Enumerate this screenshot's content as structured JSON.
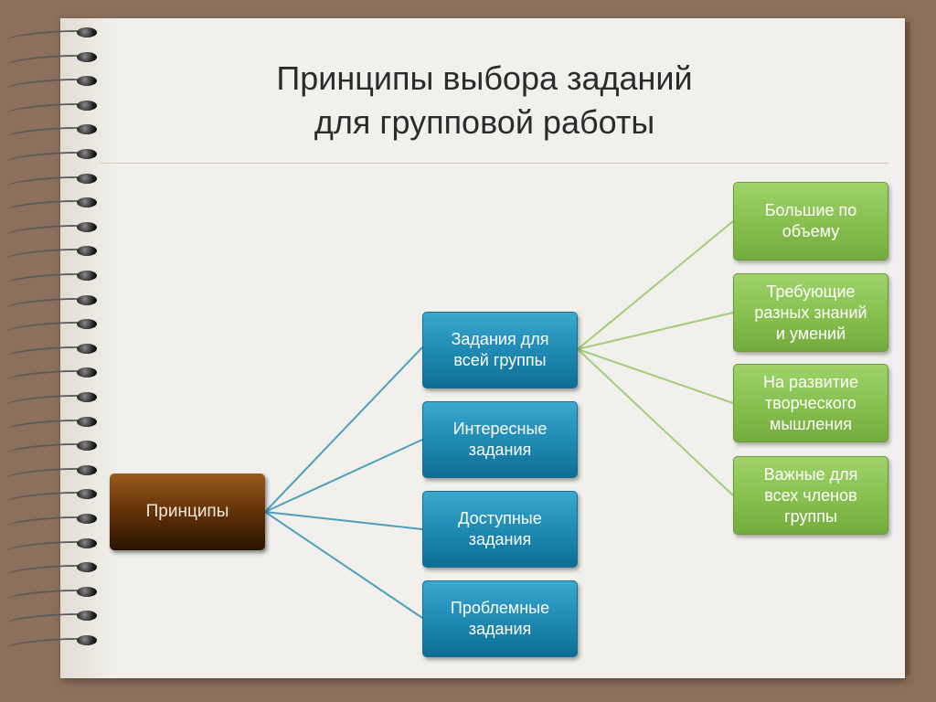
{
  "slide": {
    "title_line1": "Принципы выбора заданий",
    "title_line2": "для групповой работы"
  },
  "diagram": {
    "root": {
      "label": "Принципы"
    },
    "branches": [
      {
        "label": "Задания для\nвсей группы"
      },
      {
        "label": "Интересные\nзадания"
      },
      {
        "label": "Доступные\nзадания"
      },
      {
        "label": "Проблемные\nзадания"
      }
    ],
    "leaves": [
      {
        "label": "Большие по\nобъему"
      },
      {
        "label": "Требующие\nразных знаний\nи умений"
      },
      {
        "label": "На развитие\nтворческого\nмышления"
      },
      {
        "label": "Важные для\nвсех членов\nгруппы"
      }
    ]
  },
  "colors": {
    "root": "#5c2e07",
    "branch": "#1d88b2",
    "leaf": "#84bd4c",
    "connector_blue": "#4d9fbd",
    "connector_green": "#a4cc78"
  }
}
